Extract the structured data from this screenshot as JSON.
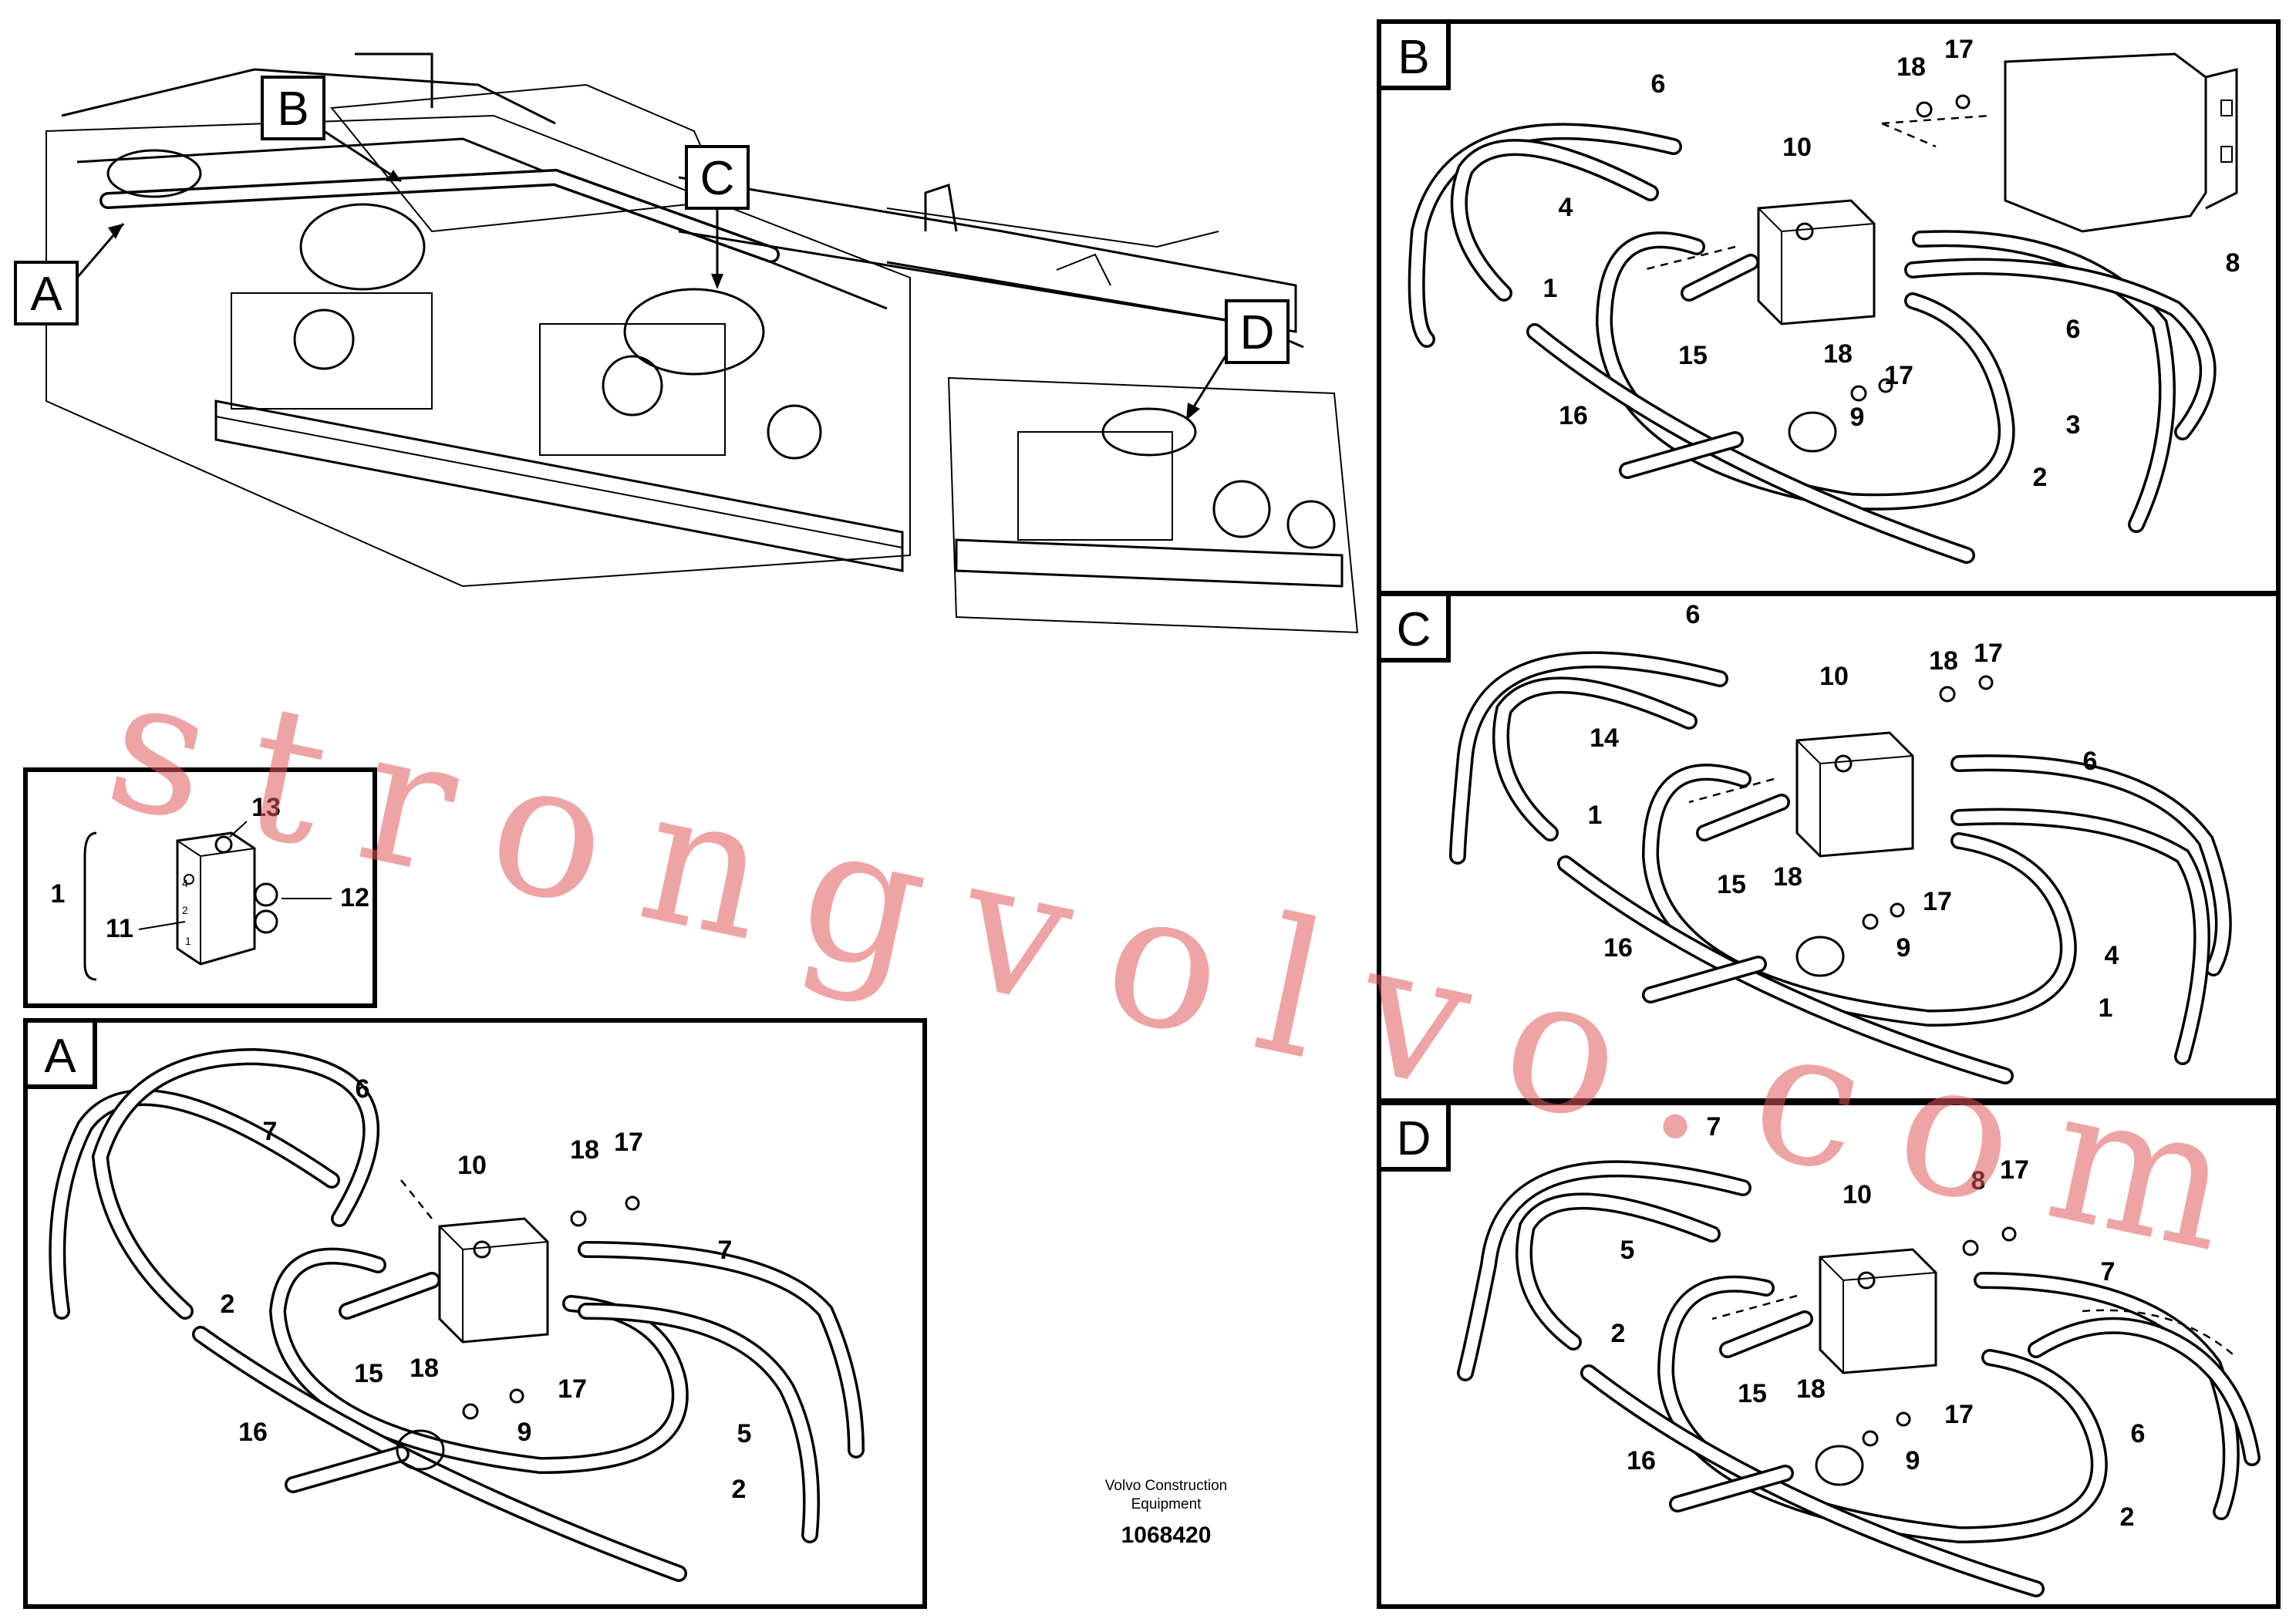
{
  "callouts": {
    "a": "A",
    "b": "B",
    "c": "C",
    "d": "D"
  },
  "inset": {
    "labels": {
      "n13": "13",
      "n1": "1",
      "n12": "12",
      "n11": "11"
    },
    "port_marks": {
      "p4": "4",
      "p2": "2",
      "p1": "1"
    }
  },
  "panel_b": {
    "title": "B",
    "labels": {
      "n6a": "6",
      "n18": "18",
      "n17": "17",
      "n10": "10",
      "n4": "4",
      "n8": "8",
      "n1": "1",
      "n15": "15",
      "n6b": "6",
      "n18b": "18",
      "n17b": "17",
      "n16": "16",
      "n9": "9",
      "n3": "3",
      "n2": "2"
    }
  },
  "panel_c": {
    "title": "C",
    "labels": {
      "n6a": "6",
      "n18": "18",
      "n17": "17",
      "n10": "10",
      "n14": "14",
      "n1a": "1",
      "n6b": "6",
      "n15": "15",
      "n18b": "18",
      "n17b": "17",
      "n16": "16",
      "n9": "9",
      "n4": "4",
      "n1b": "1"
    }
  },
  "panel_d": {
    "title": "D",
    "labels": {
      "n7a": "7",
      "n10": "10",
      "n8": "8",
      "n17": "17",
      "n5": "5",
      "n7b": "7",
      "n2a": "2",
      "n15": "15",
      "n18": "18",
      "n17b": "17",
      "n6": "6",
      "n16": "16",
      "n9": "9",
      "n2b": "2"
    }
  },
  "panel_a": {
    "title": "A",
    "labels": {
      "n6": "6",
      "n7a": "7",
      "n10": "10",
      "n18": "18",
      "n17": "17",
      "n7b": "7",
      "n2a": "2",
      "n15": "15",
      "n18b": "18",
      "n17b": "17",
      "n16": "16",
      "n9": "9",
      "n5": "5",
      "n2b": "2"
    }
  },
  "caption": {
    "line1": "Volvo Construction",
    "line2": "Equipment",
    "doc_number": "1068420"
  },
  "watermark": "strongvolvo.com"
}
